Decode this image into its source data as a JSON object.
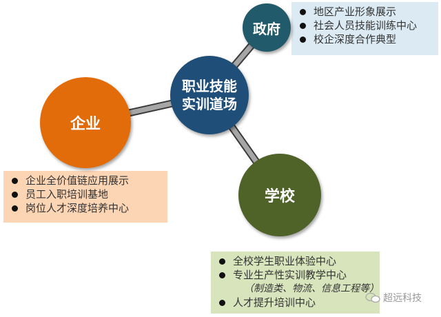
{
  "center": {
    "label_line1": "职业技能",
    "label_line2": "实训道场",
    "color": "#1f4e79"
  },
  "government": {
    "label": "政府",
    "color": "#215a6b",
    "box_color": "#dbeaf3",
    "items": [
      "地区产业形象展示",
      "社会人员技能训练中心",
      "校企深度合作典型"
    ]
  },
  "enterprise": {
    "label": "企业",
    "color": "#e36c0a",
    "box_color": "#fcd5b5",
    "items": [
      "企业全价值链应用展示",
      "员工入职培训基地",
      "岗位人才深度培养中心"
    ]
  },
  "school": {
    "label": "学校",
    "color": "#4f6228",
    "box_color": "#d8e4bc",
    "items": [
      "全校学生职业体验中心",
      "专业生产性实训教学中心",
      "（制造类、物流、信息工程等）",
      "人才提升培训中心"
    ]
  },
  "watermark": {
    "icon": "wechat-icon",
    "text": "超远科技"
  }
}
